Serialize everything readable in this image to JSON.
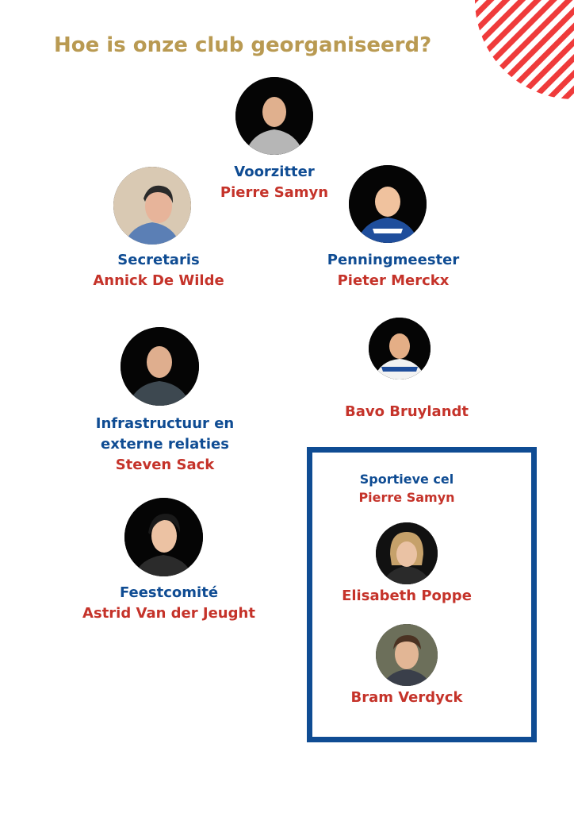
{
  "page": {
    "title": "Hoe is onze club georganiseerd?"
  },
  "colors": {
    "title": "#b99a52",
    "role": "#0f4c93",
    "name": "#c5332a",
    "box_border": "#0f4c93",
    "stripes": "#ef3b3b"
  },
  "members": {
    "voorzitter": {
      "role": "Voorzitter",
      "name": "Pierre Samyn"
    },
    "secretaris": {
      "role": "Secretaris",
      "name": "Annick De Wilde"
    },
    "penningmeester": {
      "role": "Penningmeester",
      "name": "Pieter Merckx"
    },
    "bestuurslid": {
      "name": "Bavo Bruylandt"
    },
    "infrastructuur": {
      "role_line1": "Infrastructuur en",
      "role_line2": "externe relaties",
      "name": "Steven Sack"
    },
    "feestcomite": {
      "role": "Feestcomité",
      "name": "Astrid Van der Jeught"
    }
  },
  "sportieve_cel": {
    "title": "Sportieve cel",
    "lead": "Pierre Samyn",
    "members": [
      {
        "name": "Elisabeth Poppe"
      },
      {
        "name": "Bram Verdyck"
      }
    ]
  }
}
